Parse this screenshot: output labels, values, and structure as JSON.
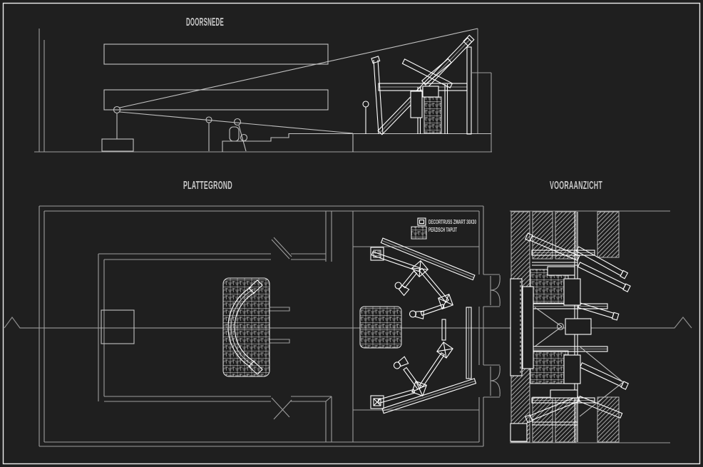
{
  "drawing": {
    "type": "technical-cad-stage-design",
    "background_color": "#1f1f1f",
    "line_color": "#c2c2c2",
    "bright_line_color": "#ffffff",
    "dim_line_color": "#9d9d9d",
    "views": {
      "doorsnede": {
        "title": "DOORSNEDE"
      },
      "plattegrond": {
        "title": "PLATTEGROND"
      },
      "vooraanzicht": {
        "title": "VOORAANZICHT"
      }
    },
    "legend": {
      "items": [
        {
          "icon": "truss-section-icon",
          "label": "DECORTRUSS ZWART 30X30"
        },
        {
          "icon": "carpet-swatch-icon",
          "label": "PERZISCH TAPIJT"
        }
      ]
    }
  }
}
